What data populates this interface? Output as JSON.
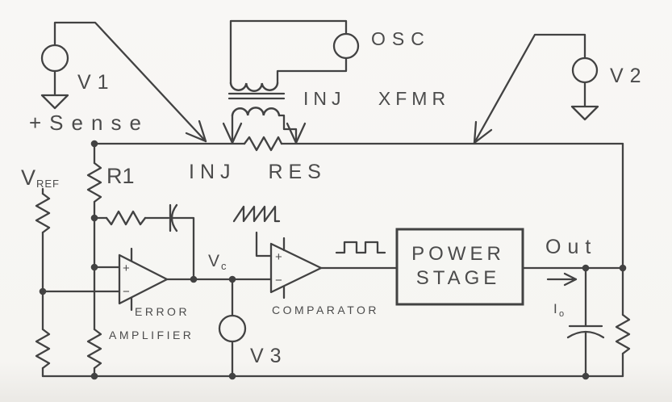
{
  "colors": {
    "background": "#f6f5f2",
    "ink": "#424242",
    "text": "#4b4b4b"
  },
  "sources": {
    "v1": "V1",
    "v2": "V2",
    "v3": "V3",
    "osc": "OSC"
  },
  "labels": {
    "sense": "+Sense",
    "vref_base": "V",
    "vref_sub": "REF",
    "r1": "R1",
    "inj_res": "INJ RES",
    "inj_xfmr": "INJ XFMR",
    "vc_base": "V",
    "vc_sub": "c",
    "error_line1": "ERROR",
    "error_line2": "AMPLIFIER",
    "comparator": "COMPARATOR",
    "power_line1": "POWER",
    "power_line2": "STAGE",
    "out": "Out",
    "io_base": "I",
    "io_sub": "o"
  },
  "marks": {
    "plus": "+",
    "minus": "−"
  }
}
